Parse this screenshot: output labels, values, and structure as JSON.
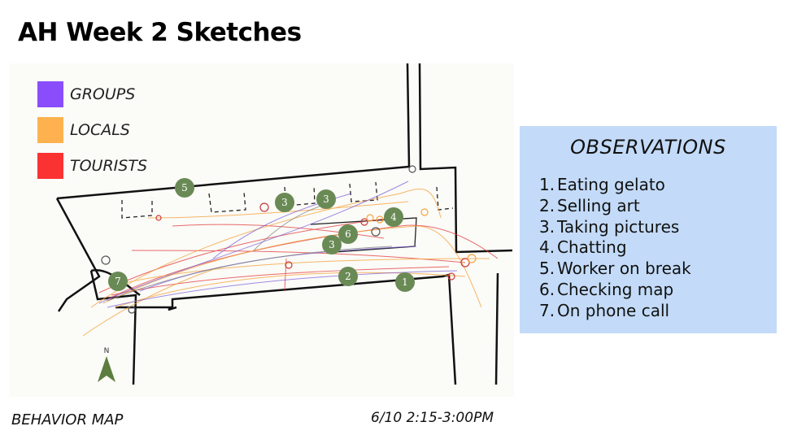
{
  "title": "AH Week 2 Sketches",
  "legend": [
    {
      "label": "GROUPS",
      "color": "#8a4dfb"
    },
    {
      "label": "LOCALS",
      "color": "#fdb24f"
    },
    {
      "label": "TOURISTS",
      "color": "#fb3232"
    }
  ],
  "observations": {
    "title": "OBSERVATIONS",
    "items": [
      {
        "num": "1.",
        "text": "Eating gelato"
      },
      {
        "num": "2.",
        "text": "Selling art"
      },
      {
        "num": "3.",
        "text": "Taking pictures"
      },
      {
        "num": "4.",
        "text": "Chatting"
      },
      {
        "num": "5.",
        "text": "Worker on break"
      },
      {
        "num": "6.",
        "text": "Checking map"
      },
      {
        "num": "7.",
        "text": "On phone call"
      }
    ]
  },
  "markers": [
    "5",
    "3",
    "3",
    "4",
    "6",
    "3",
    "2",
    "1",
    "7"
  ],
  "north_label": "N",
  "footer": {
    "left": "BEHAVIOR MAP",
    "right": "6/10 2:15-3:00PM"
  },
  "colors": {
    "marker": "#6a8a55",
    "obs_bg": "#c3dbf8",
    "north_arrow": "#5c7d3f"
  }
}
